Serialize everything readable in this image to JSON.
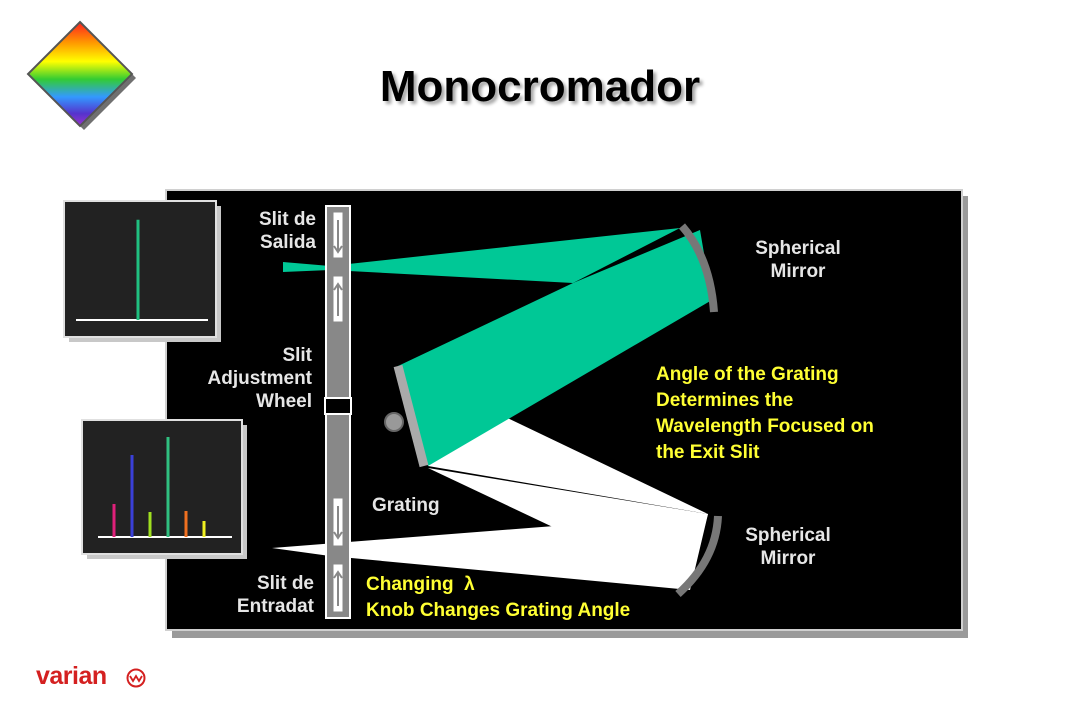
{
  "title": "Monocromador",
  "labels": {
    "exit_slit": [
      "Slit de",
      "Salida"
    ],
    "slit_wheel": [
      "Slit",
      "Adjustment",
      "Wheel"
    ],
    "entrance_slit": [
      "Slit de",
      "Entradat"
    ],
    "grating": "Grating",
    "mirror_top": [
      "Spherical",
      "Mirror"
    ],
    "mirror_bottom": [
      "Spherical",
      "Mirror"
    ],
    "angle_note": [
      "Angle of the Grating",
      "Determines the",
      "Wavelength Focused on",
      "the Exit Slit"
    ],
    "changing_prefix": "Changing",
    "lambda": "λ",
    "knob_note": "Knob Changes Grating Angle"
  },
  "brand": {
    "name": "varian"
  },
  "colors": {
    "beam": "#00c896",
    "panel": "#000000",
    "note": "#ffff33",
    "brand": "#d42020",
    "label": "#e6e6e6"
  },
  "spectra": {
    "exit": [
      {
        "color": "#20c080",
        "height": 0.85
      }
    ],
    "entrance": [
      {
        "color": "#e0207a",
        "height": 0.33
      },
      {
        "color": "#3a40d8",
        "height": 0.82
      },
      {
        "color": "#a0e020",
        "height": 0.25
      },
      {
        "color": "#30c080",
        "height": 1.0
      },
      {
        "color": "#f07020",
        "height": 0.26
      },
      {
        "color": "#f0f020",
        "height": 0.16
      }
    ]
  }
}
